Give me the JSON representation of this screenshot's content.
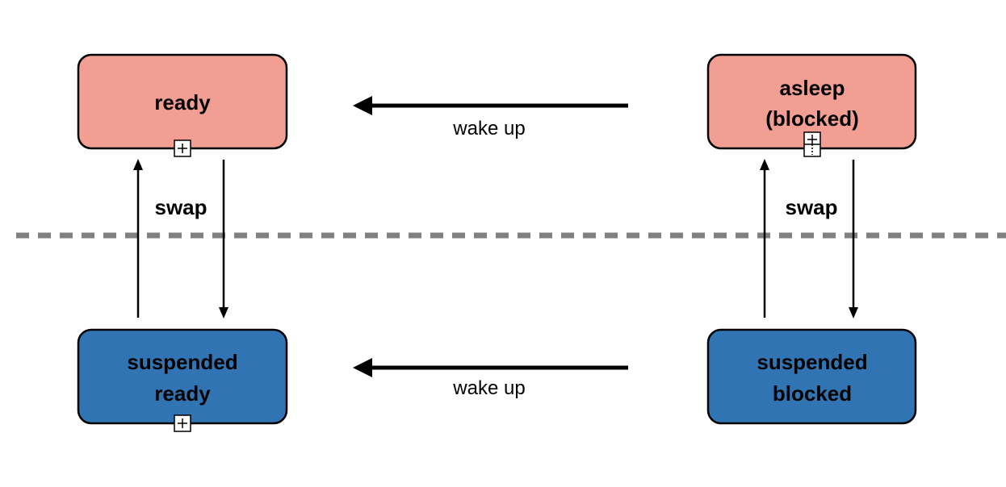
{
  "colors": {
    "ready_fill": "#f29e93",
    "suspended_fill": "#3074b3",
    "stroke": "#000000",
    "divider": "#808080"
  },
  "nodes": {
    "ready": {
      "lines": [
        "ready"
      ]
    },
    "asleep": {
      "lines": [
        "asleep",
        "(blocked)"
      ]
    },
    "suspended_ready": {
      "lines": [
        "suspended",
        "ready"
      ]
    },
    "suspended_blocked": {
      "lines": [
        "suspended",
        "blocked"
      ]
    }
  },
  "edges": {
    "wake_up_top": "wake up",
    "wake_up_bottom": "wake up",
    "swap_left": "swap",
    "swap_right": "swap"
  },
  "icons": [
    "expand-icon",
    "expand-icon",
    "expand-icon"
  ]
}
